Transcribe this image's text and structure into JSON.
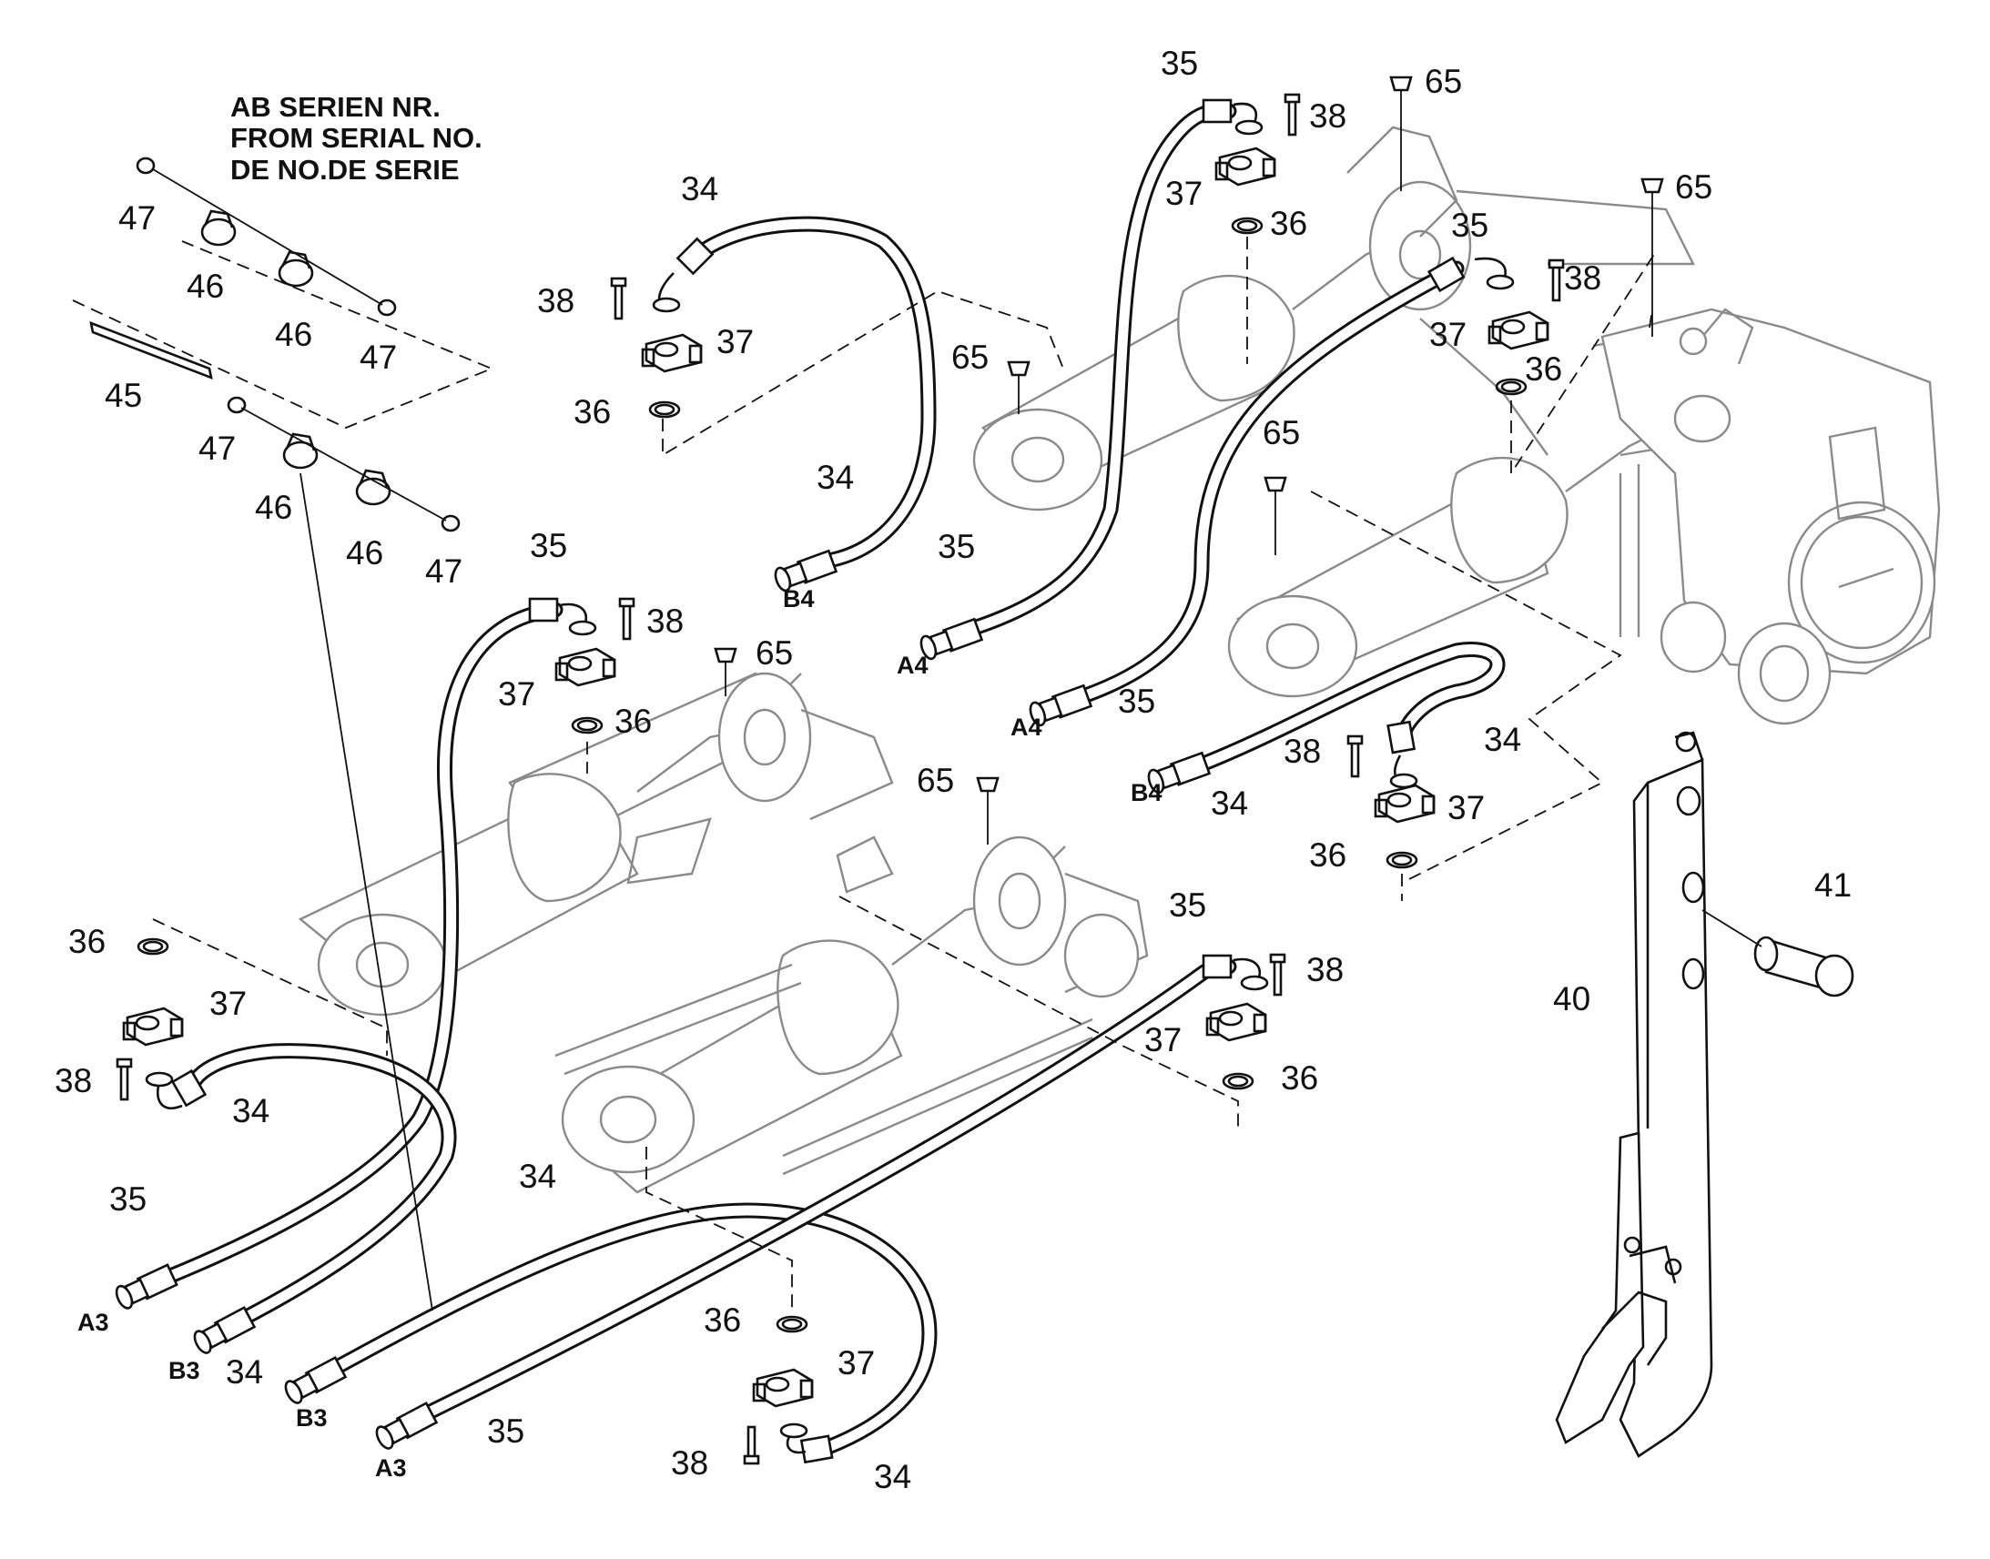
{
  "note": {
    "line1": "AB SERIEN NR.",
    "line2": "FROM SERIAL NO.",
    "line3": "DE NO.DE SERIE"
  },
  "parts": {
    "p34": "34",
    "p35": "35",
    "p36": "36",
    "p37": "37",
    "p38": "38",
    "p40": "40",
    "p41": "41",
    "p45": "45",
    "p46": "46",
    "p47": "47",
    "p65": "65"
  },
  "ports": {
    "a3": "A3",
    "b3": "B3",
    "a4": "A4",
    "b4": "B4"
  }
}
